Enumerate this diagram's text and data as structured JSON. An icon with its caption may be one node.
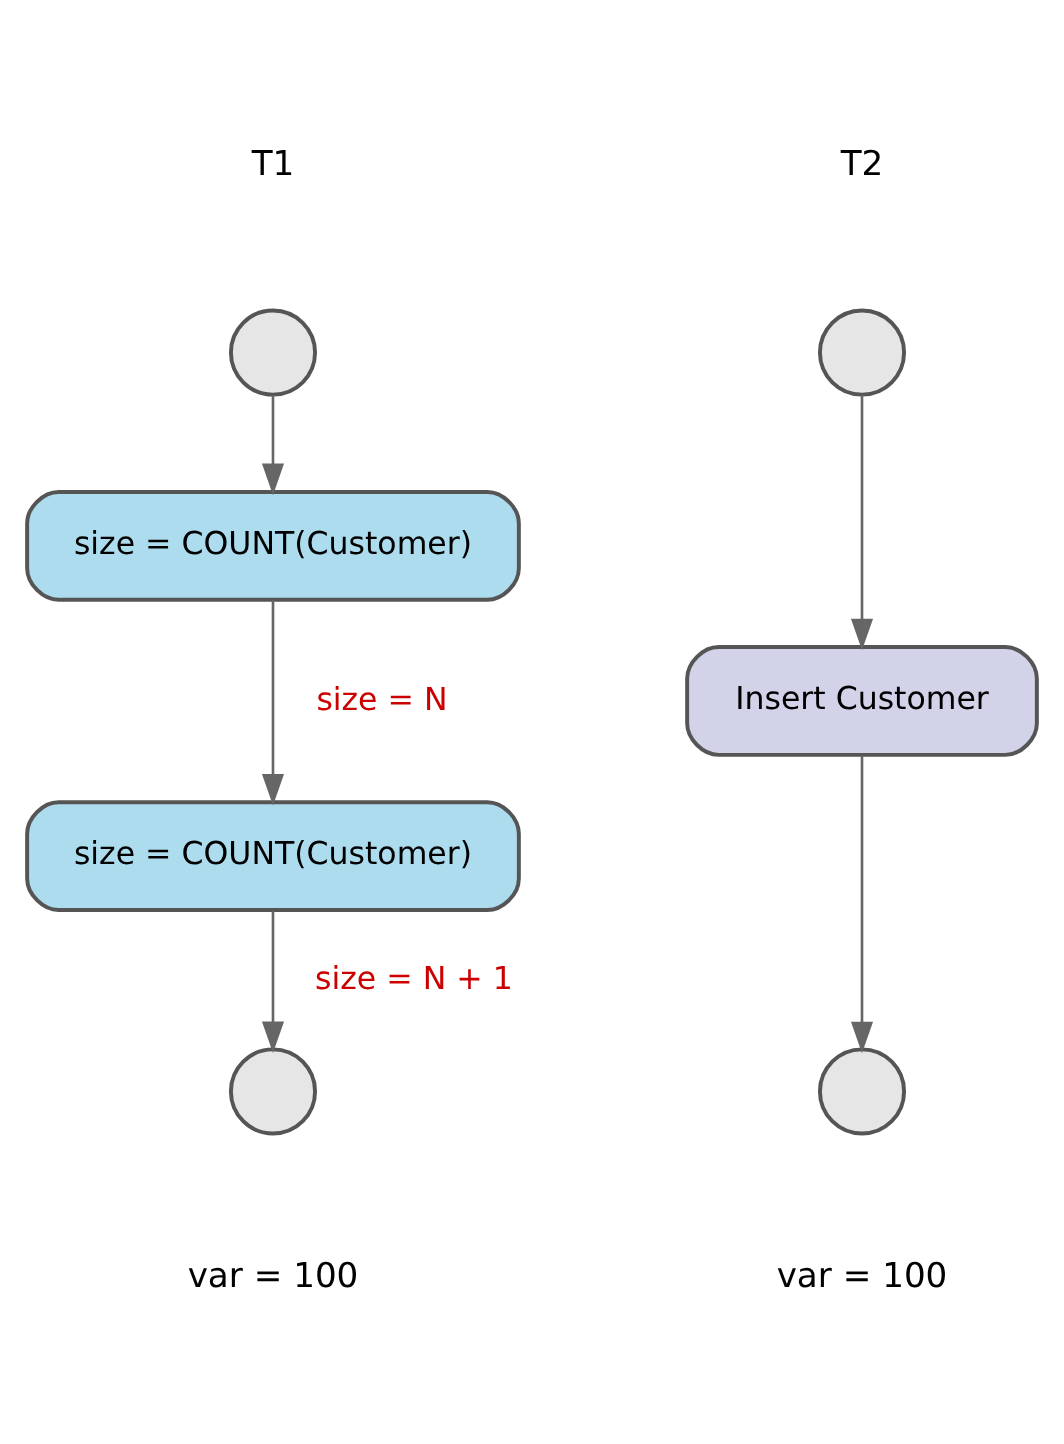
{
  "diagram": {
    "nodes": [
      {
        "text": [],
        "shape": "circle"
      },
      {
        "text": [
          "size = COUNT(Customer)"
        ]
      },
      {
        "text": [
          "size = COUNT(Customer)"
        ]
      },
      {
        "text": [],
        "shape": "circle",
        "beside": [
          "var = 100"
        ]
      },
      {
        "text": [],
        "shape": "circle"
      },
      {
        "text": [
          "Insert Customer"
        ]
      },
      {
        "text": [],
        "shape": "circle",
        "beside": [
          "var = 100"
        ]
      }
    ],
    "edges": [
      {
        "from": 0,
        "to": 1,
        "arrow": "to"
      },
      {
        "from": 1,
        "to": 2,
        "arrow": "to",
        "label": "size = N"
      },
      {
        "from": 2,
        "to": 3,
        "arrow": "to",
        "label": "size = N + 1"
      },
      {
        "from": 4,
        "to": 5,
        "arrow": "to"
      },
      {
        "from": 5,
        "to": 6,
        "arrow": "to"
      }
    ],
    "labels": [
      "T1",
      "T2"
    ]
  }
}
